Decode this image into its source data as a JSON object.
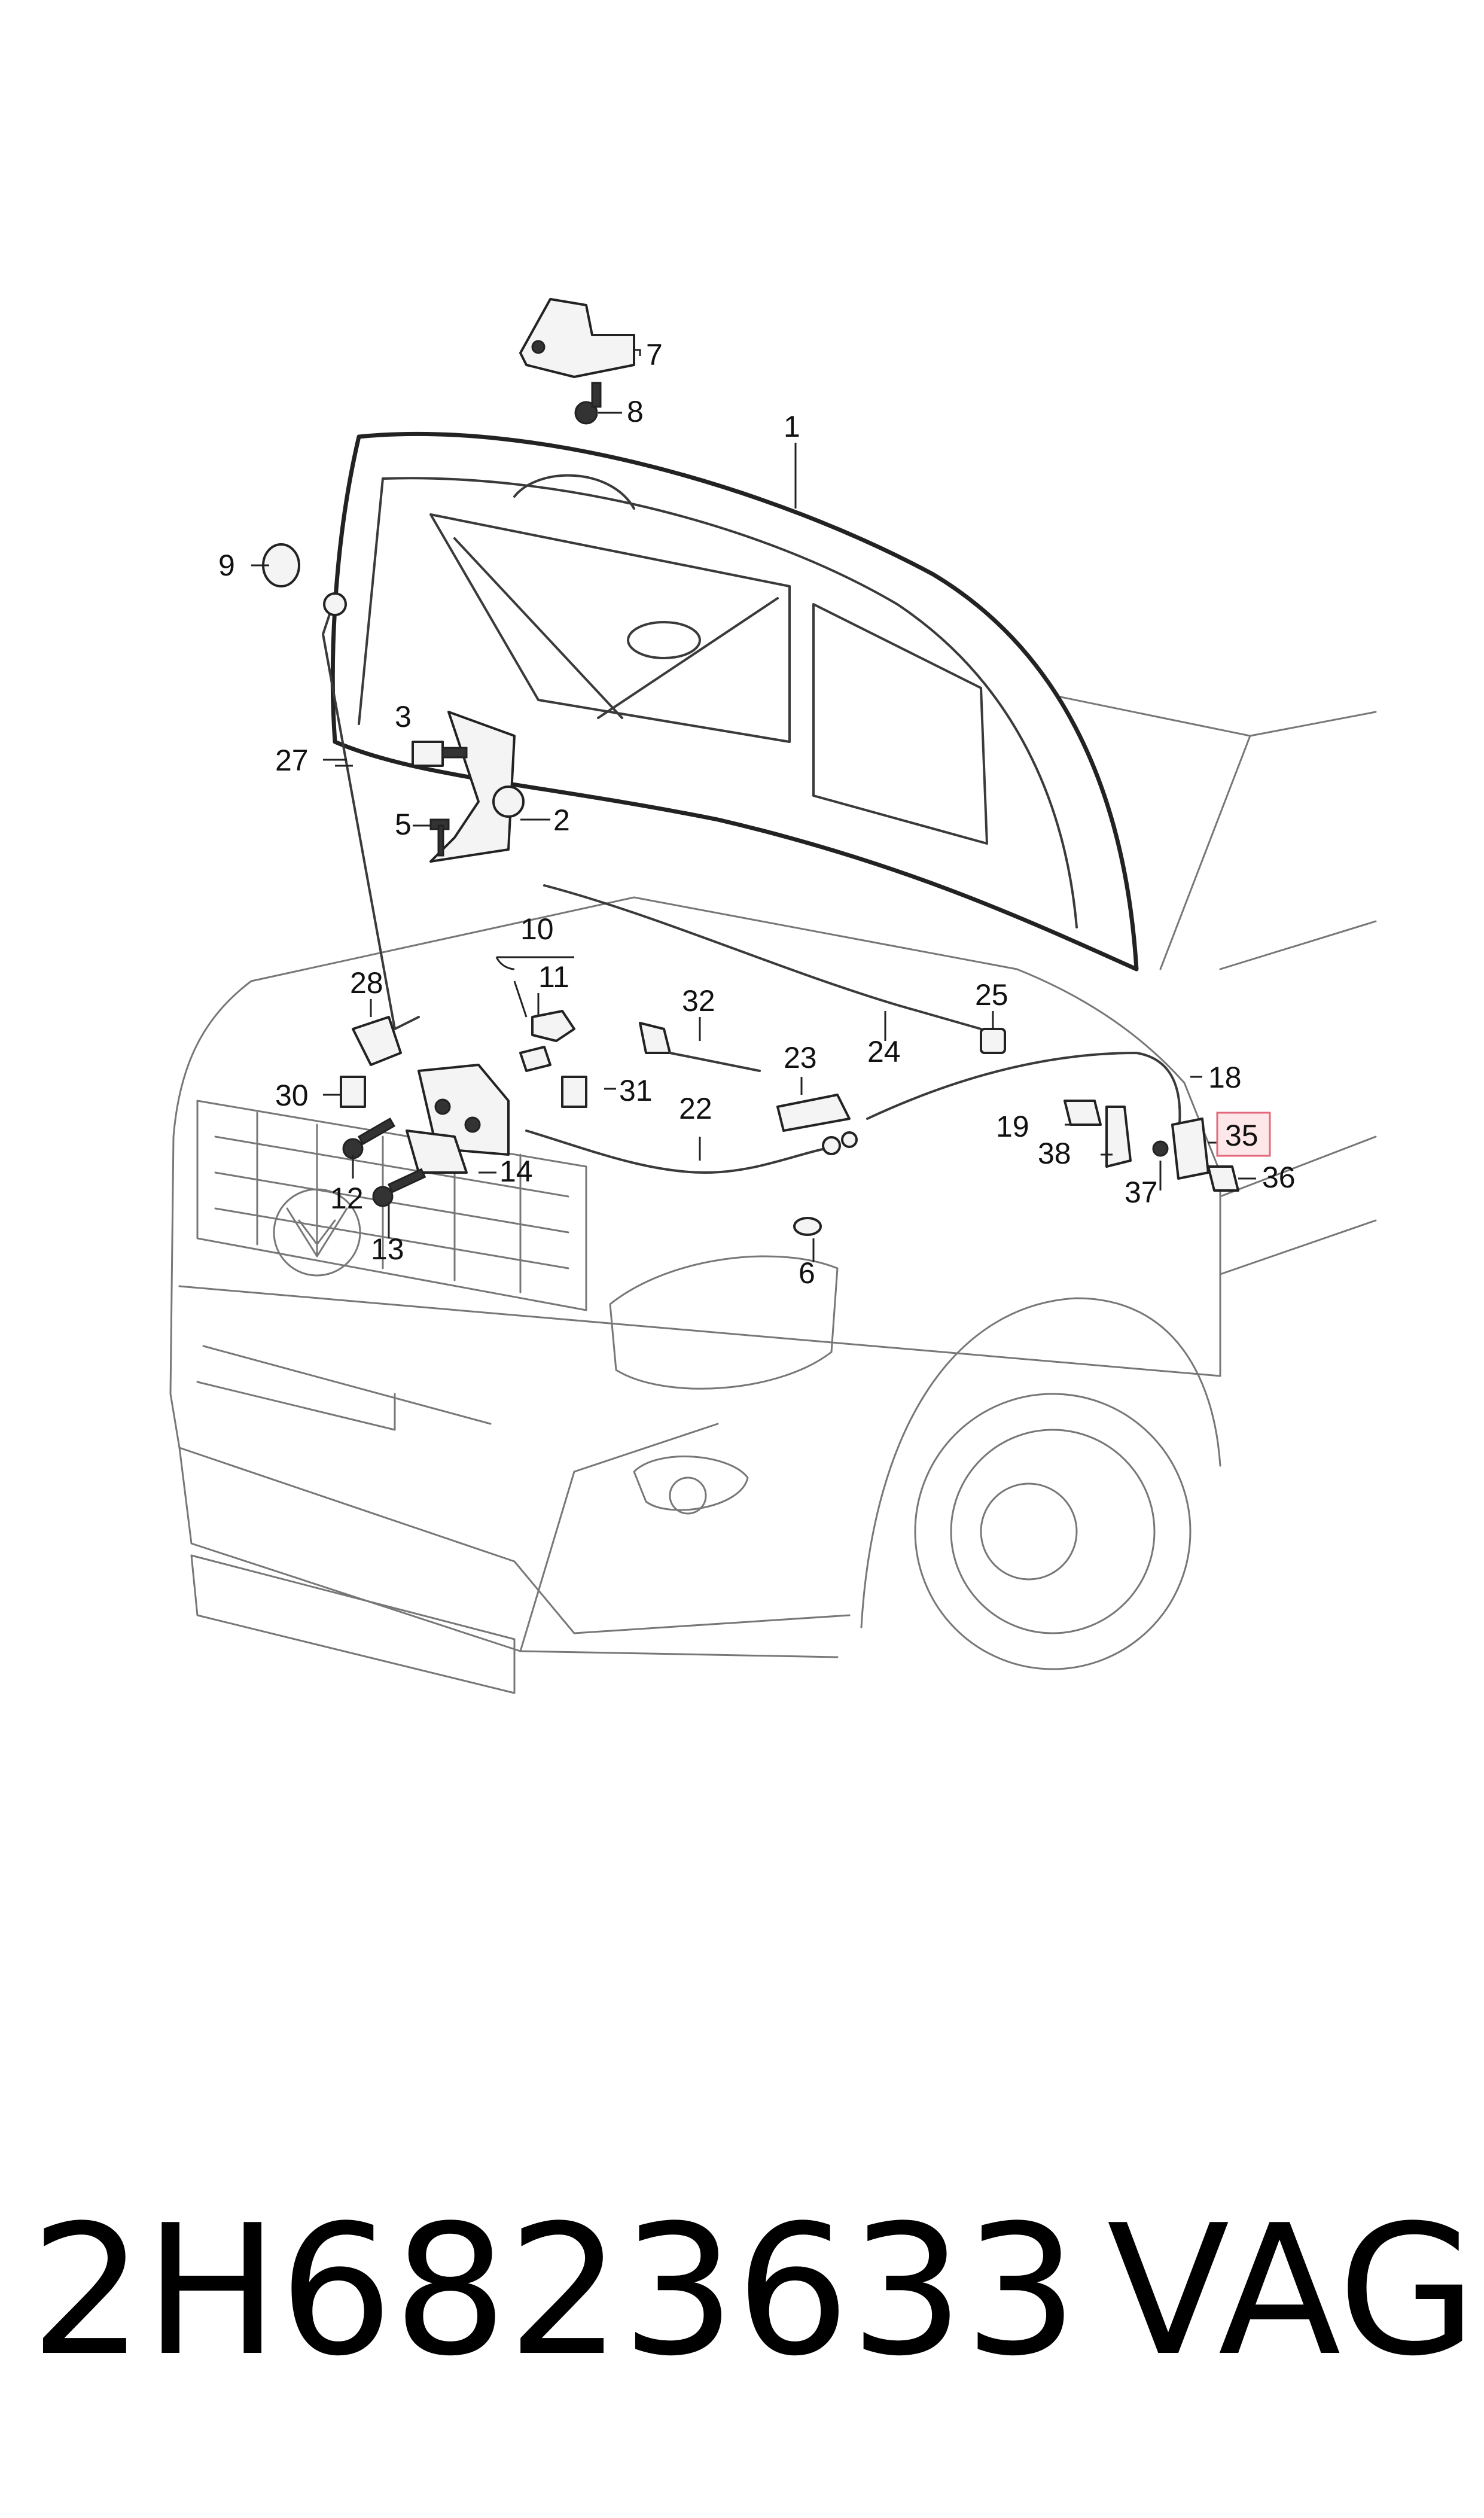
{
  "diagram": {
    "callouts": [
      {
        "id": "c1",
        "label": "1"
      },
      {
        "id": "c2",
        "label": "2"
      },
      {
        "id": "c3",
        "label": "3"
      },
      {
        "id": "c5",
        "label": "5"
      },
      {
        "id": "c6",
        "label": "6"
      },
      {
        "id": "c7",
        "label": "7"
      },
      {
        "id": "c8",
        "label": "8"
      },
      {
        "id": "c9",
        "label": "9"
      },
      {
        "id": "c10",
        "label": "10"
      },
      {
        "id": "c11",
        "label": "11"
      },
      {
        "id": "c12",
        "label": "12"
      },
      {
        "id": "c13",
        "label": "13"
      },
      {
        "id": "c14",
        "label": "14"
      },
      {
        "id": "c18",
        "label": "18"
      },
      {
        "id": "c19",
        "label": "19"
      },
      {
        "id": "c22",
        "label": "22"
      },
      {
        "id": "c23",
        "label": "23"
      },
      {
        "id": "c24",
        "label": "24"
      },
      {
        "id": "c25",
        "label": "25"
      },
      {
        "id": "c27",
        "label": "27"
      },
      {
        "id": "c28",
        "label": "28"
      },
      {
        "id": "c30",
        "label": "30"
      },
      {
        "id": "c31",
        "label": "31"
      },
      {
        "id": "c32",
        "label": "32"
      },
      {
        "id": "c35",
        "label": "35",
        "highlighted": true
      },
      {
        "id": "c36",
        "label": "36"
      },
      {
        "id": "c37",
        "label": "37"
      },
      {
        "id": "c38",
        "label": "38"
      }
    ],
    "highlight_color": "#e36a7a"
  },
  "footer": {
    "part_number": "2H6823633",
    "brand": "VAG"
  }
}
